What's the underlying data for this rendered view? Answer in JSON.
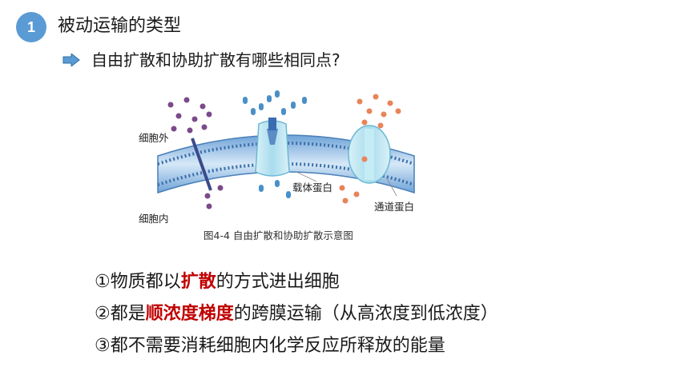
{
  "header": {
    "badge": "1",
    "title": "被动运输的类型"
  },
  "question": {
    "icon": "right-arrow-icon",
    "text": "自由扩散和协助扩散有哪些相同点?"
  },
  "figure": {
    "label_outside": "细胞外",
    "label_inside": "细胞内",
    "label_carrier": "载体蛋白",
    "label_channel": "通道蛋白",
    "caption": "图4-4 自由扩散和协助扩散示意图",
    "colors": {
      "purple": "#7b4a8a",
      "blue": "#4a90c8",
      "orange": "#e8845a",
      "membrane": "#9cc2e5",
      "protein": "#bfe6f0"
    }
  },
  "points": [
    {
      "prefix": "①物质都以",
      "em": "扩散",
      "suffix": "的方式进出细胞"
    },
    {
      "prefix": "②都是",
      "em": "顺浓度梯度",
      "suffix": "的跨膜运输（从高浓度到低浓度）"
    },
    {
      "prefix": "③都不需要消耗细胞内化学反应所释放的能量",
      "em": "",
      "suffix": ""
    }
  ],
  "colors": {
    "accent": "#5b9bd5",
    "emphasis": "#c00000"
  }
}
